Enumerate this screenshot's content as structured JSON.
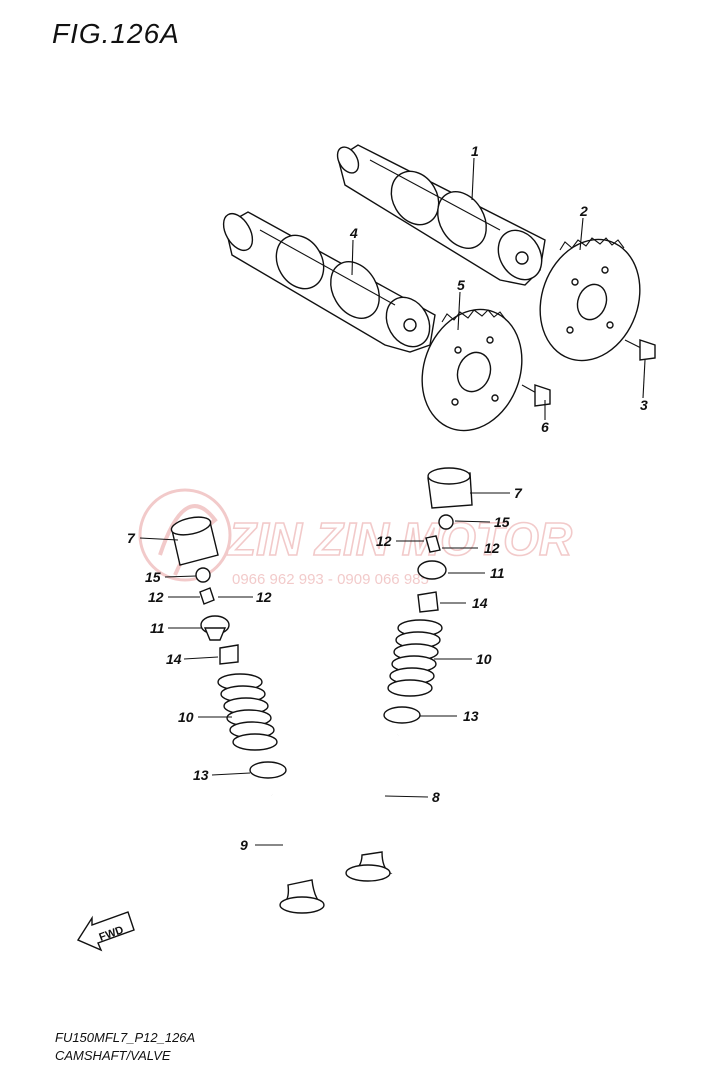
{
  "figure": {
    "title": "FIG.126A",
    "code": "FU150MFL7_P12_126A",
    "name": "CAMSHAFT/VALVE"
  },
  "watermark": {
    "brand": "ZIN ZIN MOTOR",
    "phone": "0966 962 993 - 0909 066 985",
    "color": "#e8a0a0"
  },
  "callouts": {
    "c1": "1",
    "c2": "2",
    "c3": "3",
    "c4": "4",
    "c5": "5",
    "c6": "6",
    "c7a": "7",
    "c7b": "7",
    "c8": "8",
    "c9": "9",
    "c10a": "10",
    "c10b": "10",
    "c11a": "11",
    "c11b": "11",
    "c12a": "12",
    "c12b": "12",
    "c12c": "12",
    "c12d": "12",
    "c13a": "13",
    "c13b": "13",
    "c14a": "14",
    "c14b": "14",
    "c15a": "15",
    "c15b": "15"
  },
  "fwd_label": "FWD"
}
